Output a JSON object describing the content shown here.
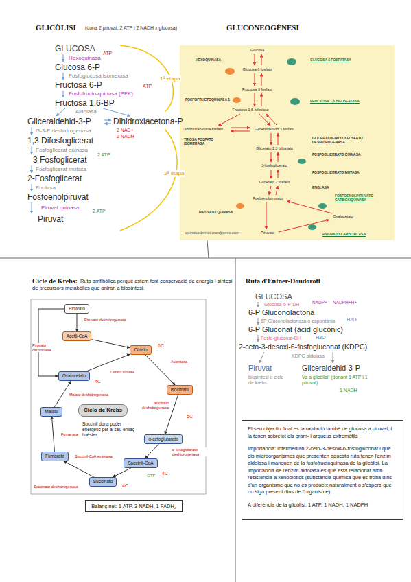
{
  "diagram": {
    "nodes": [
      {
        "text": [
          "quimicadental.wordpress.com"
        ]
      },
      {
        "text": [
          "Piruvato"
        ]
      },
      {
        "text": [
          "Acetil-CoA"
        ]
      },
      {
        "text": [
          "Oxalacetato"
        ]
      },
      {
        "text": [
          "Citrato"
        ]
      },
      {
        "text": [
          "Isocitrato"
        ]
      },
      {
        "text": [
          "α-cetoglutarato"
        ]
      },
      {
        "text": [
          "Succinil-CoA"
        ]
      },
      {
        "text": [
          "Succinato"
        ]
      },
      {
        "text": [
          "Fumarato"
        ]
      },
      {
        "text": [
          "Malato"
        ]
      },
      {
        "text": [
          "Ciclo de Krebs"
        ]
      },
      {
        "text": [
          "Balanç net: 1 ATP, 3 NADH, 1 FADH₂"
        ]
      },
      {
        "text": [
          "El seu objectiu final es la oxidació també de glucosa a piruvat, i la tenen sobretot els gram- i arqueus extremòfils",
          "Importància: intermediari 2-ceto-3-desoxi-6-fosfogluconat i que els microorganismes que presenten aquesta ruta tenen l'enzim aldolasa i manquen de la fosfofructoquinasa de la glicòlisi. La importància de l'enzim aldolasa es que està relacionat amb resistència a xenobiòtics (substància química que es troba dins d'un organisme que no es produeix naturalment o s'espera que no siga present dins de l'organisme)",
          "A diferència de la glicòlisi: 1 ATP, 1 NADH, 1 NADPH"
        ]
      }
    ],
    "edges": [
      {
        "from": 1,
        "to": 2,
        "arrow": "to",
        "label": "Piruvato deshidrogenasa"
      },
      {
        "from": 2,
        "to": 4,
        "arrow": "to"
      },
      {
        "from": 3,
        "to": 4,
        "arrow": "to",
        "label": "Citrato sintasa"
      },
      {
        "from": 4,
        "to": 5,
        "arrow": "to",
        "label": "Aconitasa"
      },
      {
        "from": 5,
        "to": 6,
        "arrow": "to",
        "label": "Isocitrato deshidrogenasa"
      },
      {
        "from": 6,
        "to": 7,
        "arrow": "to",
        "label": "α-cetoglutarato deshidrogenasa"
      },
      {
        "from": 7,
        "to": 8,
        "arrow": "to",
        "label": "Succinil-CoA sintetasa"
      },
      {
        "from": 8,
        "to": 9,
        "arrow": "to",
        "label": "Succinato deshidrogenasa"
      },
      {
        "from": 9,
        "to": 10,
        "arrow": "to",
        "label": "Fumarasa"
      },
      {
        "from": 10,
        "to": 3,
        "arrow": "to",
        "label": "Malato deshidrogenasa"
      },
      {
        "from": 1,
        "to": 3,
        "arrow": "to",
        "label": "Piruvato carboxilasa"
      }
    ],
    "labels": [
      "GLICÒLISI",
      "(dona 2 piruvat, 2 ATP i 2 NADH x glucosa)",
      "GLUCOSA",
      "Hexoquinasa",
      "ATP",
      "Glucosa 6-P",
      "Fosfoglucosa isomerasa",
      "Fructosa 6-P",
      "Fosfofructo-quinasa (PFK)",
      "ATP",
      "Fructosa 1,6-BP",
      "Aldolasa",
      "Gliceraldehid-3-P",
      "Dihidroxiacetona-P",
      "G-3-P deshidrogenasa",
      "2 NAD+",
      "2 NADH",
      "1,3 Difosfoglicerat",
      "Fosfoglicerat quinasa",
      "2 ATP",
      "3 Fosfoglicerat",
      "Fosfoglicerat mutasa",
      "2-Fosfoglicerat",
      "Enolasa",
      "Fosfoenolpiruvat",
      "Piruvat quinasa",
      "2 ATP",
      "Piruvat",
      "1ª etapa",
      "2ª etapa",
      "GLUCONEOGÈNESI",
      "Glucosa",
      "Glucosa 6 fosfato",
      "Fructosa 6 fosfato",
      "Fructosa 1,6 bifosfato",
      "Dihidroxiacetona fosfato",
      "Gliceraldehido 3 fosfato",
      "Glicerato 1,3 bifosfato",
      "3-fosfoglicerato",
      "Glicerato 2 fosfato",
      "Fosfoenolpiruvato",
      "Oxalacetato",
      "Piruvato",
      "HEXOQUINASA",
      "GLUCOSA 6 FOSFATASA",
      "FOSFOFRUCTOQUINASA 1",
      "FRUCTOSA 1,6 BIFOSFATASA",
      "TRIOSA FOSFATO ISOMERASA",
      "GLICERALDEHIDO 3 FOSFATO DESHIDROGENASA",
      "FOSFOGLICERATO QUINASA",
      "FOSFOGLICERATO MUTASA",
      "ENOLASA",
      "PIRUVATO QUINASA",
      "FOSFOENOLPIRUVATO CARBOXIQUINASA",
      "PIRUVATO CARBOXILASA",
      "Cicle de Krebs:",
      "Ruta amfibòlica perquè estem fent conservació de energia i síntesi de precursors metabòlics que aniran a biosíntesi.",
      "6C",
      "5C",
      "4C",
      "4C",
      "4C",
      "Succinil dona poder energètic per al seu enllaç tioèster",
      "GTP",
      "Ruta d'Entner-Doudoroff",
      "GLUCOSA",
      "Glucosa-6-P-DH",
      "NADP+",
      "NADPH+H+",
      "6-P Gluconolactona",
      "6P Gluconolactonasa o espontània",
      "H2O",
      "6-P Gluconat (àcid glucònic)",
      "Fosfo-gluconat-DH",
      "H2O",
      "2-ceto-3-desoxi-6-fosfogluconat (KDPG)",
      "KDPG aldolasa",
      "Piruvat",
      "Gliceraldehid-3-P",
      "biosíntesi o cicle de krebs",
      "Va a glicòlisi! (donant 1 ATP i 1 piruvat)",
      "1 NADH"
    ]
  }
}
